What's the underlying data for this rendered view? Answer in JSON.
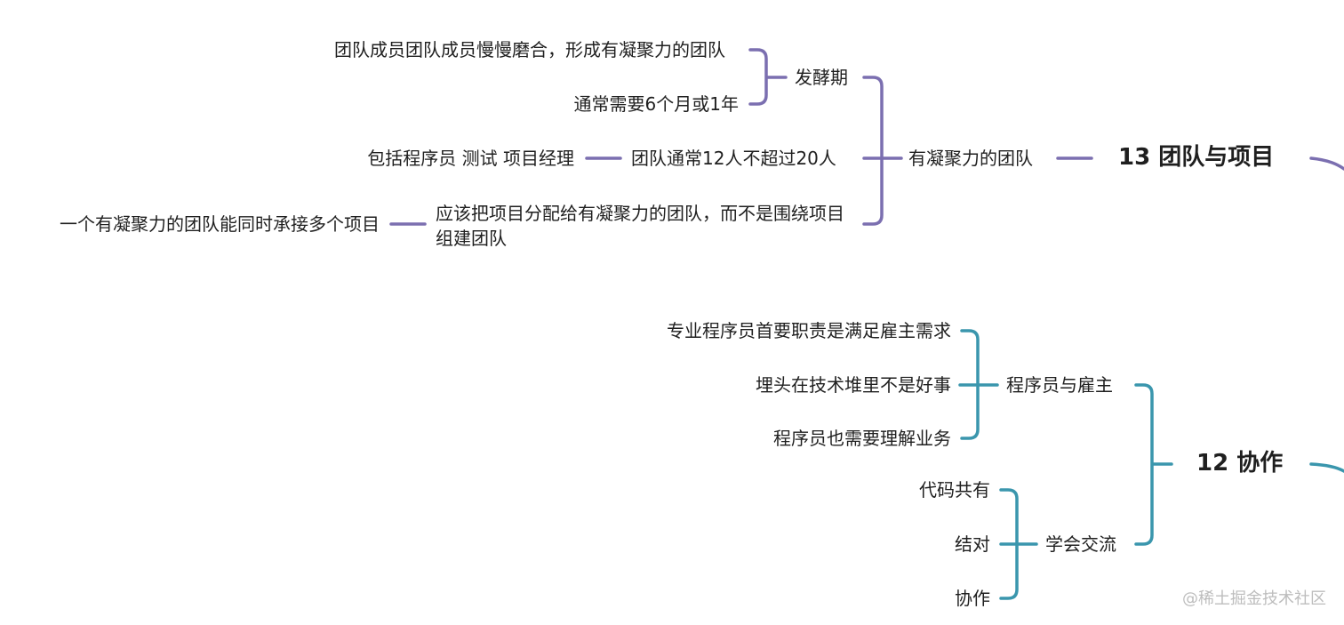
{
  "colors": {
    "purple": "#7b6fb0",
    "teal": "#3a96ad",
    "text": "#1f1f1f",
    "watermark": "#bdbdbd"
  },
  "topic13": {
    "title": "13 团队与项目",
    "branch": {
      "label": "有凝聚力的团队",
      "children": {
        "ferment": {
          "label": "发酵期",
          "items": [
            "团队成员团队成员慢慢磨合，形成有凝聚力的团队",
            "通常需要6个月或1年"
          ]
        },
        "size": {
          "label": "团队通常12人不超过20人",
          "items": [
            "包括程序员 测试 项目经理"
          ]
        },
        "assign": {
          "label": "应该把项目分配给有凝聚力的团队，而不是围绕项目组建团队",
          "items": [
            "一个有凝聚力的团队能同时承接多个项目"
          ]
        }
      }
    }
  },
  "topic12": {
    "title": "12 协作",
    "branches": {
      "employer": {
        "label": "程序员与雇主",
        "items": [
          "专业程序员首要职责是满足雇主需求",
          "埋头在技术堆里不是好事",
          "程序员也需要理解业务"
        ]
      },
      "communicate": {
        "label": "学会交流",
        "items": [
          "代码共有",
          "结对",
          "协作"
        ]
      }
    }
  },
  "watermark": "@稀土掘金技术社区"
}
